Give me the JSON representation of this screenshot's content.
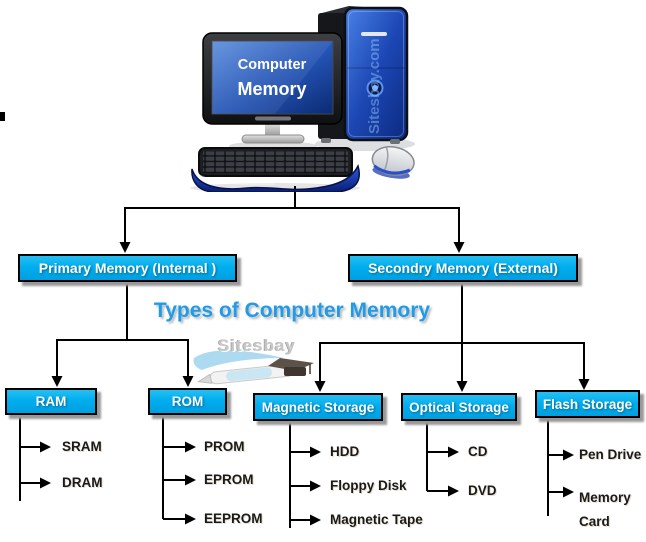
{
  "diagram": {
    "title": "Types of Computer Memory",
    "branches": [
      {
        "label": "Primary Memory (Internal )",
        "children": [
          {
            "label": "RAM",
            "children": [
              {
                "label": "SRAM"
              },
              {
                "label": "DRAM"
              }
            ]
          },
          {
            "label": "ROM",
            "children": [
              {
                "label": "PROM"
              },
              {
                "label": "EPROM"
              },
              {
                "label": "EEPROM"
              }
            ]
          }
        ]
      },
      {
        "label": "Secondry Memory (External)",
        "children": [
          {
            "label": "Magnetic Storage",
            "children": [
              {
                "label": "HDD"
              },
              {
                "label": "Floppy Disk"
              },
              {
                "label": "Magnetic Tape"
              }
            ]
          },
          {
            "label": "Optical Storage",
            "children": [
              {
                "label": "CD"
              },
              {
                "label": "DVD"
              }
            ]
          },
          {
            "label": "Flash Storage",
            "children": [
              {
                "label": "Pen Drive"
              },
              {
                "label": "Memory Card"
              }
            ]
          }
        ]
      }
    ]
  },
  "computer": {
    "screen_line1": "Computer",
    "screen_line2": "Memory",
    "tower_watermark": "Sitesbay.com"
  },
  "logo": {
    "text": "Sitesbay"
  },
  "colors": {
    "node_fill": "#00AEEF",
    "node_border": "#000000",
    "title_blue": "#1F9BE9",
    "connector": "#000000",
    "screen_blue": "#2353B4",
    "tower_blue": "#1C47B4",
    "logo_gray": "#C7C7C7",
    "node_text": "#FFFFFF",
    "leaf_text": "#1A1A1A"
  }
}
